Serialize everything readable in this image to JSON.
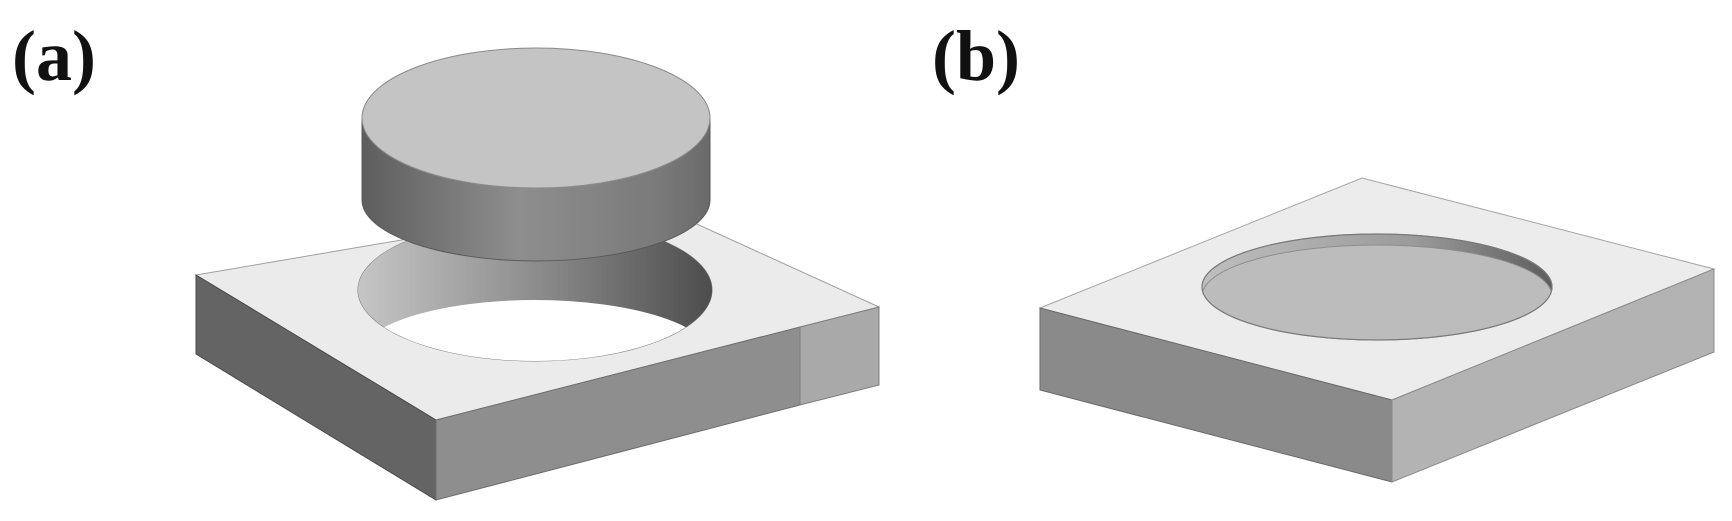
{
  "figure": {
    "panels": [
      {
        "id": "a",
        "label": "(a)",
        "description_visible": false
      },
      {
        "id": "b",
        "label": "(b)",
        "description_visible": false
      }
    ],
    "colors": {
      "top_face": "#ebebeb",
      "left_face_a": "#646464",
      "front_face_a": "#8c8c8c",
      "right_face_a": "#a8a8a8",
      "left_face_b": "#8a8a8a",
      "right_face_b": "#b2b2b2",
      "disc_top": "#c3c3c3",
      "recess_floor": "#bdbdbd",
      "edge": "#9a9a9a"
    }
  }
}
